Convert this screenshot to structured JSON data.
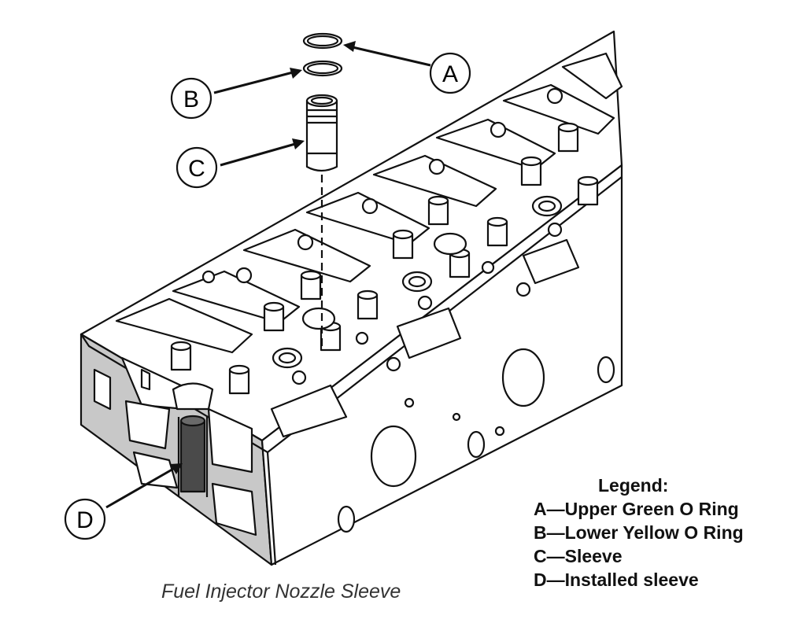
{
  "callouts": {
    "a": "A",
    "b": "B",
    "c": "C",
    "d": "D"
  },
  "legend": {
    "title": "Legend:",
    "items": [
      "A—Upper Green O Ring",
      "B—Lower Yellow O Ring",
      "C—Sleeve",
      "D—Installed sleeve"
    ]
  },
  "caption": "Fuel Injector Nozzle Sleeve",
  "colors": {
    "line": "#111111",
    "section_gray": "#c8c8c8",
    "installed_sleeve": "#4a4a4a"
  }
}
